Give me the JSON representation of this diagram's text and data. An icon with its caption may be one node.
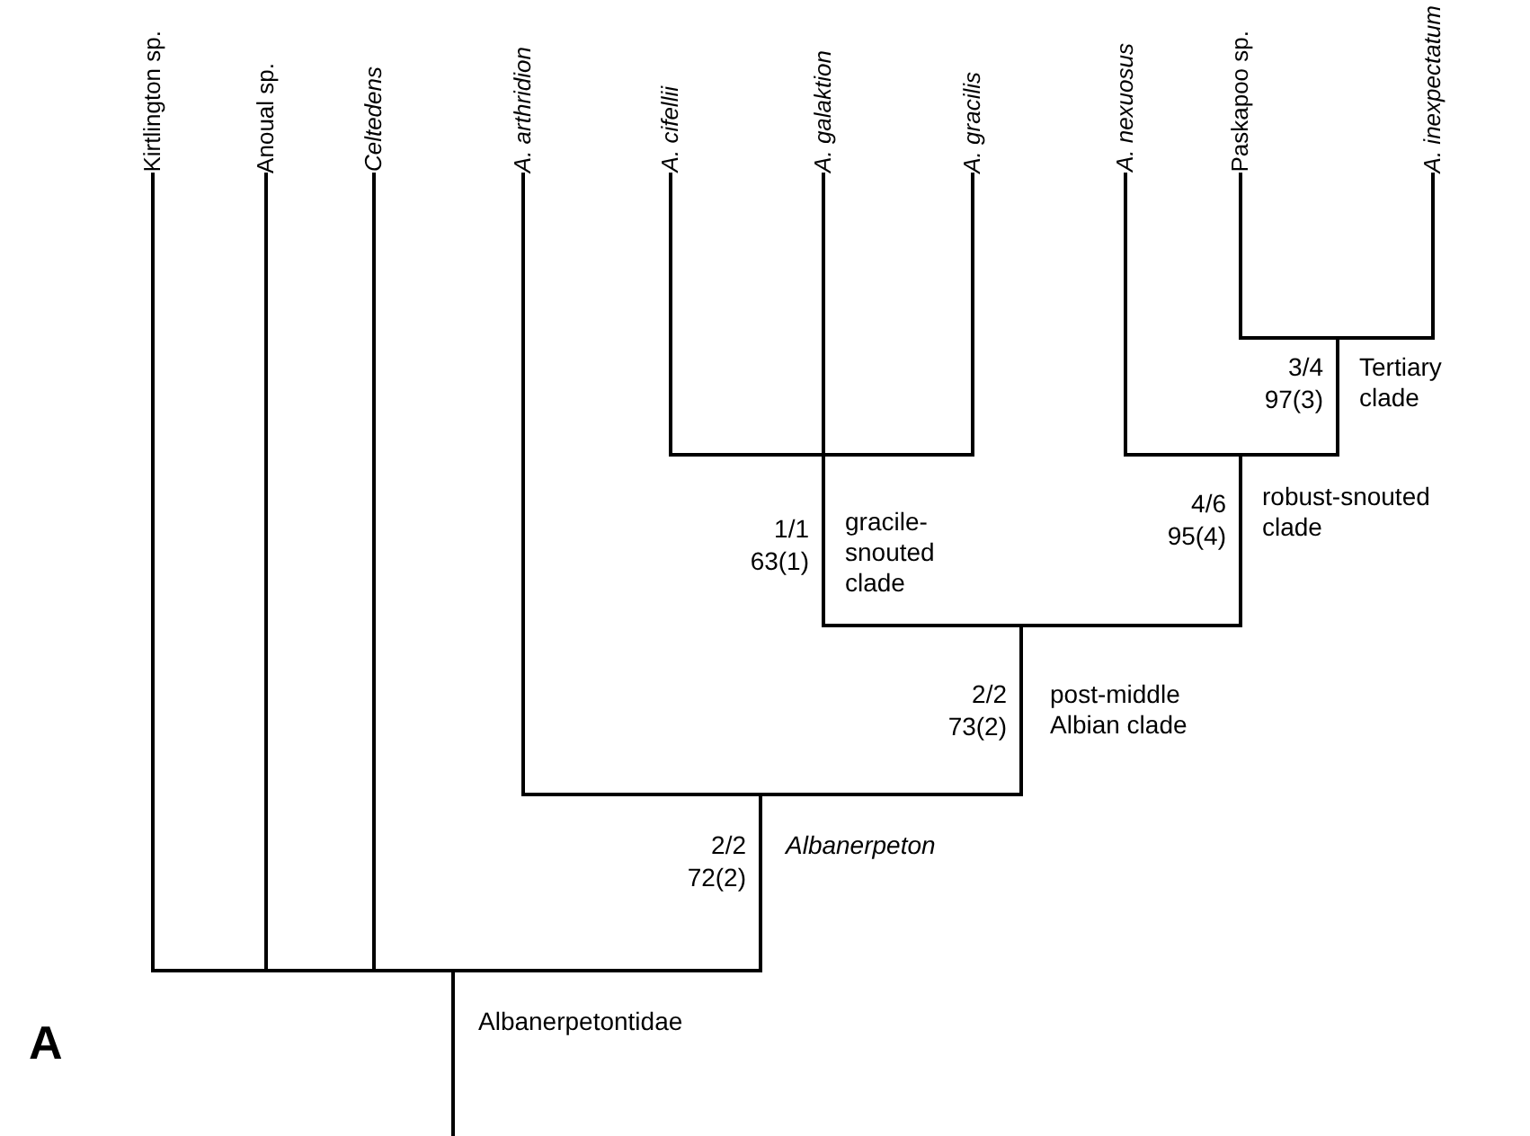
{
  "diagram": {
    "nodes": [
      {
        "text": [
          "Kirtlington sp."
        ]
      },
      {
        "text": [
          "Anoual sp."
        ]
      },
      {
        "text": [
          "Celtedens"
        ]
      },
      {
        "text": [
          "A. arthridion"
        ]
      },
      {
        "text": [
          "A. cifellii"
        ]
      },
      {
        "text": [
          "A. galaktion"
        ]
      },
      {
        "text": [
          "A. gracilis"
        ]
      },
      {
        "text": [
          "A. nexuosus"
        ]
      },
      {
        "text": [
          "Paskapoo sp."
        ]
      },
      {
        "text": [
          "A. inexpectatum"
        ]
      },
      {
        "text": [
          "Albanerpetontidae"
        ]
      },
      {
        "text": [
          "Albanerpeton"
        ],
        "beside": [
          "2/2",
          "72(2)"
        ]
      },
      {
        "text": [
          "post-middle Albian clade"
        ],
        "beside": [
          "2/2",
          "73(2)"
        ]
      },
      {
        "text": [
          "gracile-snouted clade"
        ],
        "beside": [
          "1/1",
          "63(1)"
        ]
      },
      {
        "text": [
          "robust-snouted clade"
        ],
        "beside": [
          "4/6",
          "95(4)"
        ]
      },
      {
        "text": [
          "Tertiary clade"
        ],
        "beside": [
          "3/4",
          "97(3)"
        ]
      }
    ],
    "edges": [
      {
        "from": 10,
        "to": 0,
        "arrow": "none"
      },
      {
        "from": 10,
        "to": 1,
        "arrow": "none"
      },
      {
        "from": 10,
        "to": 2,
        "arrow": "none"
      },
      {
        "from": 10,
        "to": 11,
        "arrow": "none"
      },
      {
        "from": 11,
        "to": 3,
        "arrow": "none"
      },
      {
        "from": 11,
        "to": 12,
        "arrow": "none"
      },
      {
        "from": 12,
        "to": 13,
        "arrow": "none"
      },
      {
        "from": 12,
        "to": 14,
        "arrow": "none"
      },
      {
        "from": 13,
        "to": 4,
        "arrow": "none"
      },
      {
        "from": 13,
        "to": 5,
        "arrow": "none"
      },
      {
        "from": 13,
        "to": 6,
        "arrow": "none"
      },
      {
        "from": 14,
        "to": 7,
        "arrow": "none"
      },
      {
        "from": 14,
        "to": 15,
        "arrow": "none"
      },
      {
        "from": 15,
        "to": 8,
        "arrow": "none"
      },
      {
        "from": 15,
        "to": 9,
        "arrow": "none"
      }
    ],
    "labels": [
      "A"
    ]
  }
}
